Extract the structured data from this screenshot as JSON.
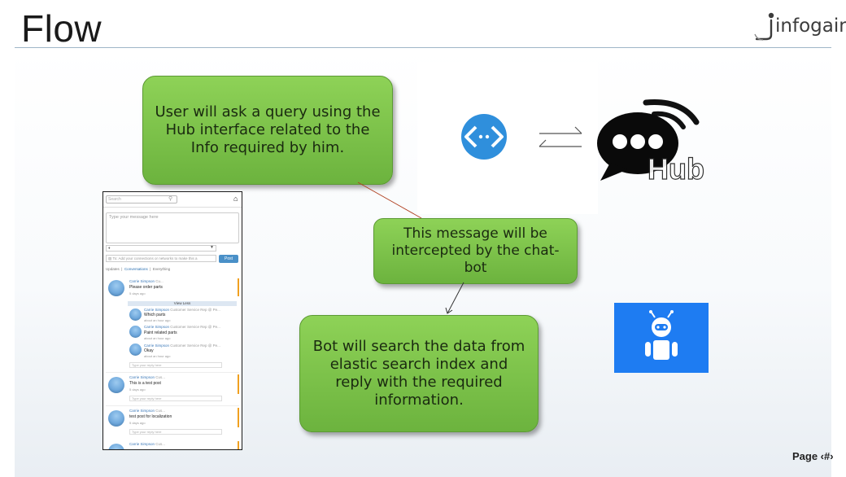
{
  "slide": {
    "title": "Flow",
    "page_label": "Page ‹#›",
    "logo_text": "infogain"
  },
  "flow": {
    "step1": "User will ask a query using the Hub interface related to the Info required by him.",
    "step2": "This message will be intercepted by the chat-bot",
    "step3": "Bot will search the data from elastic search index and reply with the required information."
  },
  "hub_panel": {
    "hub_label": "Hub"
  },
  "colors": {
    "box_green": "#7cc34a",
    "robot_blue": "#1e7cf2",
    "azure_blue": "#2f8fdc"
  },
  "screenshot": {
    "search_placeholder": "Search",
    "message_placeholder": "Type your message here",
    "to_label": "To:",
    "to_placeholder": "Add your connections or networks to make this a",
    "post_button": "Post",
    "tabs": [
      "Updates",
      "Conversations",
      "Everything"
    ],
    "view_less": "View Less",
    "reply_placeholder": "Type your reply here",
    "posts": [
      {
        "name": "Carrie Simpson",
        "role": "Cu...",
        "text": "Please order parts",
        "time": "5 days ago"
      },
      {
        "name": "Carrie Simpson",
        "role": "Customer Service Rep @ Pe...",
        "text": "Which parts",
        "time": "about an hour ago"
      },
      {
        "name": "Carrie Simpson",
        "role": "Customer Service Rep @ Pe...",
        "text": "Paint related parts",
        "time": "about an hour ago"
      },
      {
        "name": "Carrie Simpson",
        "role": "Customer Service Rep @ Pe...",
        "text": "Okay",
        "time": "about an hour ago"
      },
      {
        "name": "Carrie Simpson",
        "role": "Cus...",
        "text": "This is a test post",
        "time": "5 days ago"
      },
      {
        "name": "Carrie Simpson",
        "role": "Cus...",
        "text": "test post for localization",
        "time": "5 days ago"
      },
      {
        "name": "Carrie Simpson",
        "role": "Cus...",
        "text": "",
        "time": ""
      }
    ]
  }
}
